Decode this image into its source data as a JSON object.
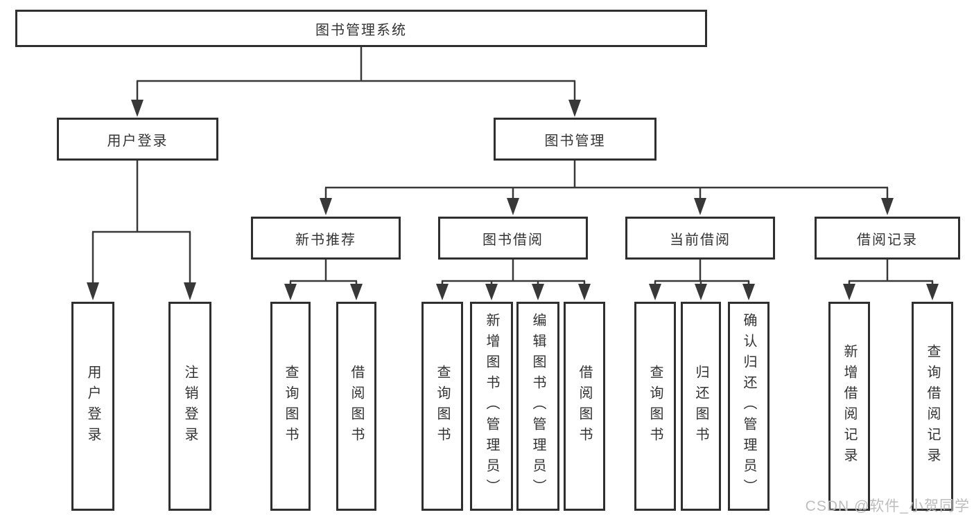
{
  "diagram": {
    "type": "hierarchy-tree",
    "root": {
      "label": "图书管理系统"
    },
    "branches": [
      {
        "label": "用户登录",
        "children": [
          {
            "label": "用户登录"
          },
          {
            "label": "注销登录"
          }
        ]
      },
      {
        "label": "图书管理",
        "children": [
          {
            "label": "新书推荐",
            "children": [
              {
                "label": "查询图书"
              },
              {
                "label": "借阅图书"
              }
            ]
          },
          {
            "label": "图书借阅",
            "children": [
              {
                "label": "查询图书"
              },
              {
                "label": "新增图书（管理员）"
              },
              {
                "label": "编辑图书（管理员）"
              },
              {
                "label": "借阅图书"
              }
            ]
          },
          {
            "label": "当前借阅",
            "children": [
              {
                "label": "查询图书"
              },
              {
                "label": "归还图书"
              },
              {
                "label": "确认归还（管理员）"
              }
            ]
          },
          {
            "label": "借阅记录",
            "children": [
              {
                "label": "新增借阅记录"
              },
              {
                "label": "查询借阅记录"
              }
            ]
          }
        ]
      }
    ],
    "watermark": "CSDN @软件_小贺同学",
    "colors": {
      "line": "#383838",
      "box_border": "#2f2f2f",
      "box_fill": "#ffffff",
      "text": "#333333",
      "watermark": "#bdbdbd",
      "background": "#ffffff"
    }
  }
}
